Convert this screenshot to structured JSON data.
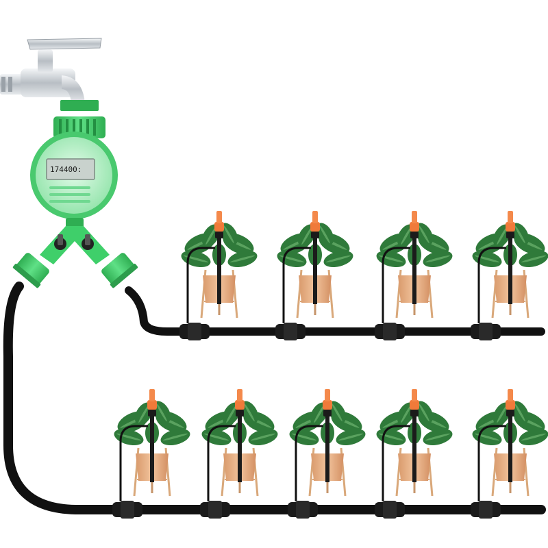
{
  "timer": {
    "display_text": "174400:"
  },
  "colors": {
    "timer_green": "#3fcf6a",
    "timer_face": "#bff0cc",
    "hose": "#111111",
    "pot": "#e8b489",
    "leaf": "#2f7a3a",
    "nozzle": "#f07a3a",
    "faucet": "#c9ced3"
  },
  "plant_rows": [
    {
      "row": 1,
      "plant_count": 4
    },
    {
      "row": 2,
      "plant_count": 5
    }
  ]
}
